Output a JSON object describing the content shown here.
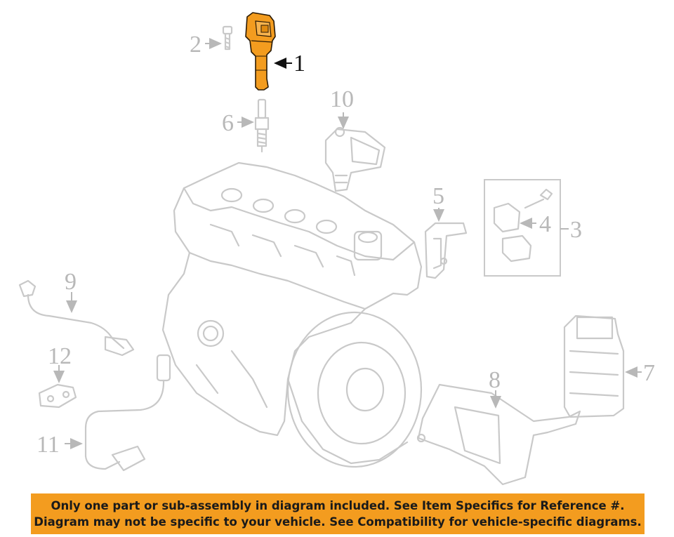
{
  "callouts": {
    "c1": "1",
    "c2": "2",
    "c3": "3",
    "c4": "4",
    "c5": "5",
    "c6": "6",
    "c7": "7",
    "c8": "8",
    "c9": "9",
    "c10": "10",
    "c11": "11",
    "c12": "12"
  },
  "highlighted_part": "1",
  "colors": {
    "highlight": "#f39c1f",
    "ghost_lines": "#c9c9c9",
    "banner_bg": "#f39c1f"
  },
  "banner": {
    "line1": "Only one part or sub-assembly in diagram included. See Item Specifics for Reference #.",
    "line2": "Diagram may not be specific to your vehicle. See Compatibility for vehicle-specific diagrams."
  }
}
